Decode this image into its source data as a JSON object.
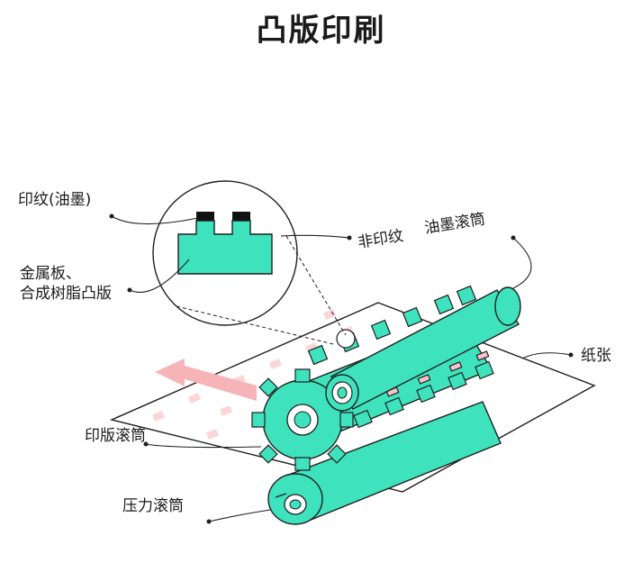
{
  "title": "凸版印刷",
  "labels": {
    "ink_pattern": "印纹(油墨)",
    "plate_line1": "金属板、",
    "plate_line2": "合成树脂凸版",
    "non_print": "非印纹",
    "ink_roller": "油墨滚筒",
    "paper": "纸张",
    "plate_cylinder": "印版滚筒",
    "pressure_cylinder": "压力滚筒"
  },
  "colors": {
    "teal": "#3ee3be",
    "outline": "#1f1f1f",
    "ink": "#111111",
    "pink": "#f8c3c8",
    "arrow": "#f6b4b9"
  }
}
